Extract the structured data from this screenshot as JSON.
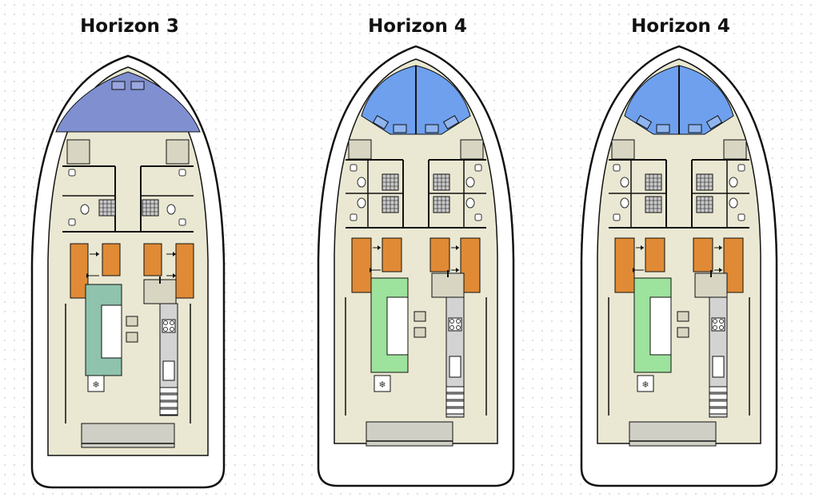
{
  "colors": {
    "deck": "#eae8d2",
    "hull": "#ffffff",
    "outline": "#111111",
    "bed": "#e08a35",
    "bow_h3": "#7f8fd0",
    "bow_h4": "#6ea0ee",
    "galley_h3": "#8fc3ad",
    "galley_h4": "#9de29d",
    "counter": "#d3d3d3",
    "grey_step": "#cfcfc6"
  },
  "plans": [
    {
      "title": "Horizon 3",
      "variant": "h3"
    },
    {
      "title": "Horizon 4",
      "variant": "h4"
    },
    {
      "title": "Horizon 4",
      "variant": "h4"
    }
  ]
}
